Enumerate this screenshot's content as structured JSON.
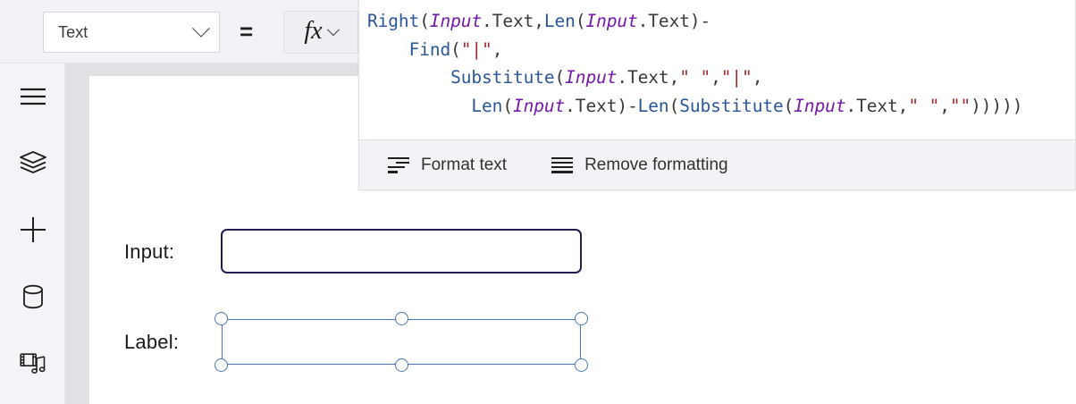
{
  "property_bar": {
    "property_dropdown": {
      "selected": "Text",
      "chevron_icon": "chevron-down-icon"
    },
    "equals": "=",
    "fx_button": {
      "glyph": "fx",
      "chevron_icon": "chevron-down-icon"
    }
  },
  "formula_panel": {
    "lines": [
      [
        {
          "t": "Right",
          "c": "fn"
        },
        {
          "t": "(",
          "c": "punc"
        },
        {
          "t": "Input",
          "c": "ctrl"
        },
        {
          "t": ".Text",
          "c": "prop"
        },
        {
          "t": ",",
          "c": "punc"
        },
        {
          "t": "Len",
          "c": "fn"
        },
        {
          "t": "(",
          "c": "punc"
        },
        {
          "t": "Input",
          "c": "ctrl"
        },
        {
          "t": ".Text",
          "c": "prop"
        },
        {
          "t": ")",
          "c": "punc"
        },
        {
          "t": "-",
          "c": "op"
        }
      ],
      [
        {
          "t": "    ",
          "c": "punc"
        },
        {
          "t": "Find",
          "c": "fn"
        },
        {
          "t": "(",
          "c": "punc"
        },
        {
          "t": "\"|\"",
          "c": "str"
        },
        {
          "t": ",",
          "c": "punc"
        }
      ],
      [
        {
          "t": "        ",
          "c": "punc"
        },
        {
          "t": "Substitute",
          "c": "fn"
        },
        {
          "t": "(",
          "c": "punc"
        },
        {
          "t": "Input",
          "c": "ctrl"
        },
        {
          "t": ".Text",
          "c": "prop"
        },
        {
          "t": ",",
          "c": "punc"
        },
        {
          "t": "\" \"",
          "c": "str"
        },
        {
          "t": ",",
          "c": "punc"
        },
        {
          "t": "\"|\"",
          "c": "str"
        },
        {
          "t": ",",
          "c": "punc"
        }
      ],
      [
        {
          "t": "          ",
          "c": "punc"
        },
        {
          "t": "Len",
          "c": "fn"
        },
        {
          "t": "(",
          "c": "punc"
        },
        {
          "t": "Input",
          "c": "ctrl"
        },
        {
          "t": ".Text",
          "c": "prop"
        },
        {
          "t": ")",
          "c": "punc"
        },
        {
          "t": "-",
          "c": "op"
        },
        {
          "t": "Len",
          "c": "fn"
        },
        {
          "t": "(",
          "c": "punc"
        },
        {
          "t": "Substitute",
          "c": "fn"
        },
        {
          "t": "(",
          "c": "punc"
        },
        {
          "t": "Input",
          "c": "ctrl"
        },
        {
          "t": ".Text",
          "c": "prop"
        },
        {
          "t": ",",
          "c": "punc"
        },
        {
          "t": "\" \"",
          "c": "str"
        },
        {
          "t": ",",
          "c": "punc"
        },
        {
          "t": "\"\"",
          "c": "str"
        },
        {
          "t": ")))))",
          "c": "punc"
        }
      ]
    ],
    "plain_text": "Right(Input.Text,Len(Input.Text)-\n    Find(\"|\",\n        Substitute(Input.Text,\" \",\"|\",\n          Len(Input.Text)-Len(Substitute(Input.Text,\" \",\"\")))))",
    "toolbar": [
      {
        "label": "Format text",
        "icon": "format-text-icon"
      },
      {
        "label": "Remove formatting",
        "icon": "remove-formatting-icon"
      }
    ]
  },
  "left_rail": {
    "items": [
      {
        "icon": "hamburger-menu-icon",
        "name": "menu"
      },
      {
        "icon": "layers-tree-icon",
        "name": "tree-view"
      },
      {
        "icon": "plus-insert-icon",
        "name": "insert"
      },
      {
        "icon": "database-icon",
        "name": "data"
      },
      {
        "icon": "media-icon",
        "name": "media"
      }
    ]
  },
  "canvas": {
    "input_row": {
      "label": "Input:",
      "textbox_value": "",
      "textbox_placeholder": ""
    },
    "output_row": {
      "label": "Label:",
      "text_value": ""
    },
    "selection": {
      "handle_count": 6,
      "handle_color": "#4a76b8"
    }
  },
  "colors": {
    "selection_blue": "#4a76b8",
    "input_border_navy": "#1f1f52",
    "function_blue": "#2b5797",
    "control_purple": "#7719aa",
    "string_red": "#a4262c",
    "chrome_gray": "#f4f2f6"
  }
}
